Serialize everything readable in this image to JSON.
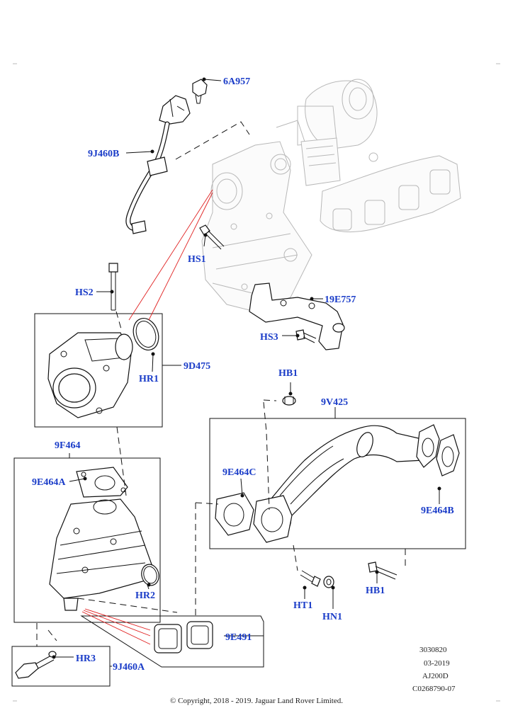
{
  "callouts": {
    "c6A957": "6A957",
    "c9J460B": "9J460B",
    "cHS1": "HS1",
    "cHS2": "HS2",
    "c19E757": "19E757",
    "cHS3": "HS3",
    "c9D475": "9D475",
    "cHR1": "HR1",
    "cHB1_top": "HB1",
    "c9V425": "9V425",
    "c9F464": "9F464",
    "c9E464A": "9E464A",
    "c9E464C": "9E464C",
    "c9E464B": "9E464B",
    "cHR2": "HR2",
    "cHT1": "HT1",
    "cHN1": "HN1",
    "cHB1_bottom": "HB1",
    "c9E491": "9E491",
    "cHR3": "HR3",
    "c9J460A": "9J460A"
  },
  "meta": {
    "line1": "3030820",
    "line2": "03-2019",
    "line3": "AJ200D",
    "line4": "C0268790-07"
  },
  "copyright": "© Copyright, 2018 - 2019. Jaguar Land Rover Limited.",
  "colors": {
    "callout": "#1a3cc8",
    "leader": "#111111",
    "highlight_line": "#e02020",
    "ghost": "#b8b8b8"
  }
}
